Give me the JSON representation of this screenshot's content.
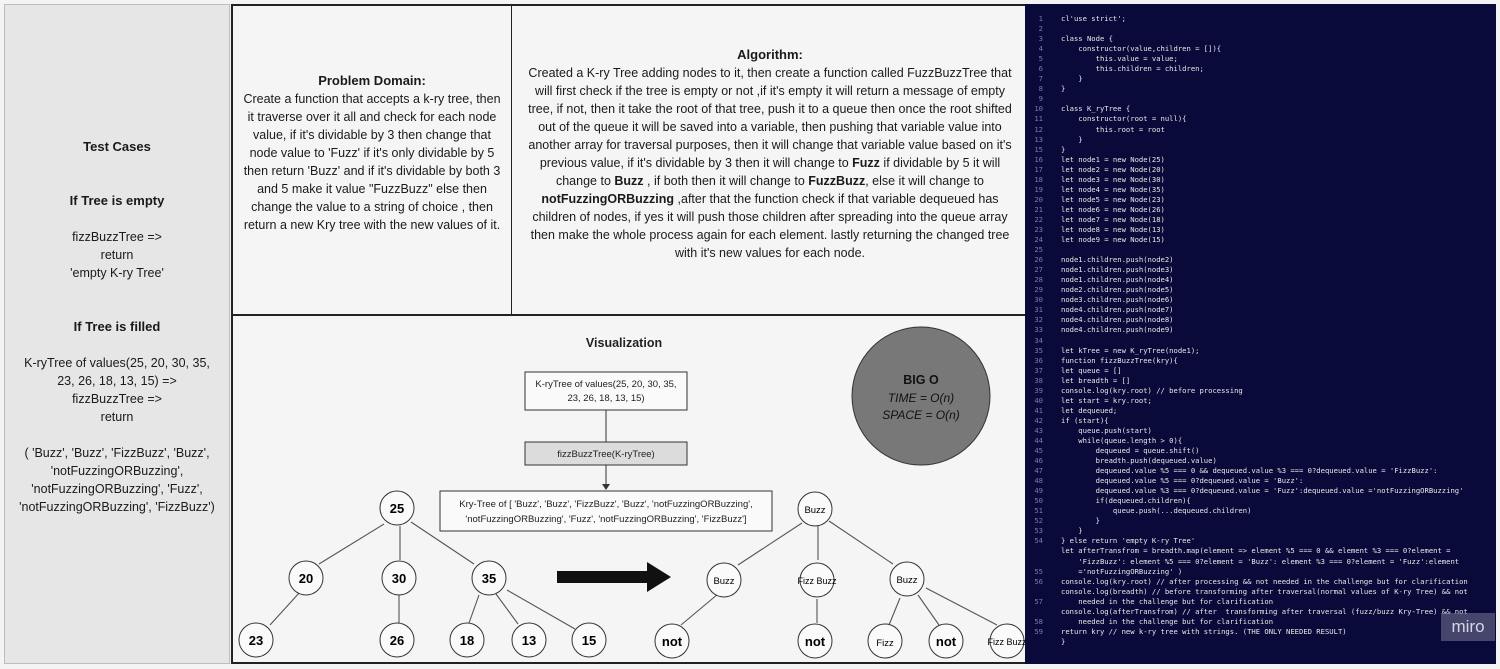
{
  "test_cases": {
    "title": "Test Cases",
    "empty_heading": "If Tree is empty",
    "empty_lines": [
      "fizzBuzzTree =>",
      "return",
      "'empty K-ry Tree'"
    ],
    "filled_heading": "If Tree is filled",
    "filled_lines": [
      "K-ryTree of values(25, 20, 30, 35,",
      "23, 26, 18, 13, 15) =>",
      "fizzBuzzTree =>",
      "return",
      "",
      "( 'Buzz', 'Buzz', 'FizzBuzz', 'Buzz',",
      "'notFuzzingORBuzzing',",
      "'notFuzzingORBuzzing', 'Fuzz',",
      "'notFuzzingORBuzzing', 'FizzBuzz')"
    ]
  },
  "problem": {
    "title": "Problem Domain:",
    "body": "Create a function that accepts a k-ry tree, then it traverse over it all and check for each node value, if it's dividable by 3 then change that node value to 'Fuzz' if it's only dividable by 5 then return 'Buzz' and if it's dividable by both 3 and 5 make it value \"FuzzBuzz\" else then change the value to a string of choice , then return a new Kry tree with the new values of it."
  },
  "algorithm": {
    "title": "Algorithm:",
    "p1": "Created a K-ry Tree adding nodes to it, then create a function called FuzzBuzzTree that will first check if the tree is empty or not ,if it's empty it will return a message of empty tree, if not, then it take the root of that tree, push it to a queue then once the root shifted out of the queue it will be saved into a variable, then pushing that variable value into  another array for traversal purposes, then it will change that variable value based on it's previous value, if it's dividable by 3 then it will change to",
    "k1": "Fuzz",
    "p2": "if dividable by 5 it will change to",
    "k2": "Buzz",
    "p3": ", if both then it will change to",
    "k3": "FuzzBuzz",
    "p4": ", else it will change to",
    "k4": "notFuzzingORBuzzing",
    "p5": ",after that the function check if that variable dequeued has children of nodes, if yes it will push those children after spreading into the queue array then make the whole process again for each element. lastly returning the changed tree with it's new values for each node."
  },
  "visualization": {
    "title": "Visualization",
    "box1": [
      "K-ryTree of values(25, 20, 30, 35,",
      "23, 26, 18, 13, 15)"
    ],
    "box2": "fizzBuzzTree(K-ryTree)",
    "box3": [
      "Kry-Tree of [  'Buzz', 'Buzz', 'FizzBuzz', 'Buzz', 'notFuzzingORBuzzing',",
      "'notFuzzingORBuzzing', 'Fuzz', 'notFuzzingORBuzzing', 'FizzBuzz']"
    ],
    "big_o": {
      "title": "BIG O",
      "time": "TIME = O(n)",
      "space": "SPACE = O(n)"
    },
    "input_tree": {
      "root": "25",
      "level1": [
        "20",
        "30",
        "35"
      ],
      "level2": [
        "23",
        "26",
        "18",
        "13",
        "15"
      ]
    },
    "output_tree": {
      "root": "Buzz",
      "level1": [
        "Buzz",
        "Fizz Buzz",
        "Buzz"
      ],
      "level2": [
        "not",
        "not",
        "Fizz",
        "not",
        "Fizz Buzz"
      ]
    }
  },
  "code_lines": [
    "cl'use strict';",
    "",
    "class Node {",
    "    constructor(value,children = []){",
    "        this.value = value;",
    "        this.children = children;",
    "    }",
    "}",
    "",
    "class K_ryTree {",
    "    constructor(root = null){",
    "        this.root = root",
    "    }",
    "}",
    "let node1 = new Node(25)",
    "let node2 = new Node(20)",
    "let node3 = new Node(30)",
    "let node4 = new Node(35)",
    "let node5 = new Node(23)",
    "let node6 = new Node(26)",
    "let node7 = new Node(18)",
    "let node8 = new Node(13)",
    "let node9 = new Node(15)",
    "",
    "node1.children.push(node2)",
    "node1.children.push(node3)",
    "node1.children.push(node4)",
    "node2.children.push(node5)",
    "node3.children.push(node6)",
    "node4.children.push(node7)",
    "node4.children.push(node8)",
    "node4.children.push(node9)",
    "",
    "let kTree = new K_ryTree(node1);",
    "function fizzBuzzTree(kry){",
    "let queue = []",
    "let breadth = []",
    "console.log(kry.root) // before processing",
    "let start = kry.root;",
    "let dequeued;",
    "if (start){",
    "    queue.push(start)",
    "    while(queue.length > 0){",
    "        dequeued = queue.shift()",
    "        breadth.push(dequeued.value)",
    "        dequeued.value %5 === 0 && dequeued.value %3 === 0?dequeued.value = 'FizzBuzz':",
    "        dequeued.value %5 === 0?dequeued.value = 'Buzz':",
    "        dequeued.value %3 === 0?dequeued.value = 'Fuzz':dequeued.value ='notFuzzingORBuzzing'",
    "        if(dequeued.children){",
    "            queue.push(...dequeued.children)",
    "        }",
    "    }",
    "} else return 'empty K-ry Tree'",
    "let afterTransfrom = breadth.map(element => element %5 === 0 && element %3 === 0?element =",
    "    'FizzBuzz': element %5 === 0?element = 'Buzz': element %3 === 0?element = 'Fuzz':element",
    "    ='notFuzzingORBuzzing' )",
    "console.log(kry.root) // after processing && not needed in the challenge but for clarification",
    "console.log(breadth) // before transforming after traversal(normal values of K-ry Tree) && not",
    "    needed in the challenge but for clarification",
    "console.log(afterTransfrom) // after  transforming after traversal (fuzz/buzz Kry-Tree) && not",
    "    needed in the challenge but for clarification",
    "return kry // new k-ry tree with strings. (THE ONLY NEEDED RESULT)",
    "}"
  ],
  "code_line_numbers": [
    "1",
    "2",
    "3",
    "4",
    "5",
    "6",
    "7",
    "8",
    "9",
    "10",
    "11",
    "12",
    "13",
    "15",
    "16",
    "17",
    "18",
    "19",
    "20",
    "21",
    "22",
    "23",
    "24",
    "25",
    "26",
    "27",
    "28",
    "29",
    "30",
    "31",
    "32",
    "33",
    "34",
    "35",
    "36",
    "37",
    "38",
    "39",
    "40",
    "41",
    "42",
    "43",
    "44",
    "45",
    "46",
    "47",
    "48",
    "49",
    "50",
    "51",
    "52",
    "53",
    "54",
    "",
    "",
    "55",
    "56",
    "",
    "57",
    "",
    "58",
    "59"
  ],
  "watermark": "miro"
}
